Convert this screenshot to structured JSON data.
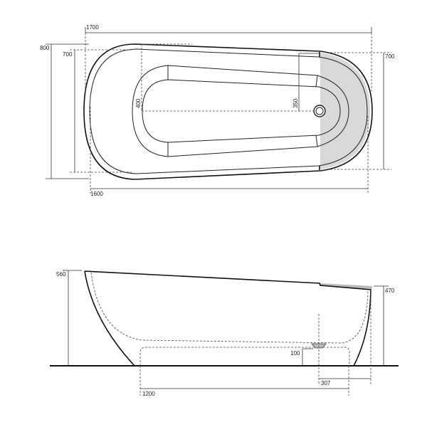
{
  "top_view": {
    "overall_length": "1700",
    "overall_width": "800",
    "left_inner_width": "700",
    "right_inner_width": "700",
    "base_length": "1600",
    "drain_offset_left": "400",
    "drain_offset_right": "350",
    "shaded_color": "#d9d9d9"
  },
  "side_view": {
    "height_high_end": "560",
    "height_low_end": "470",
    "drain_height": "100",
    "drain_to_end": "307",
    "foot_span": "1200"
  }
}
